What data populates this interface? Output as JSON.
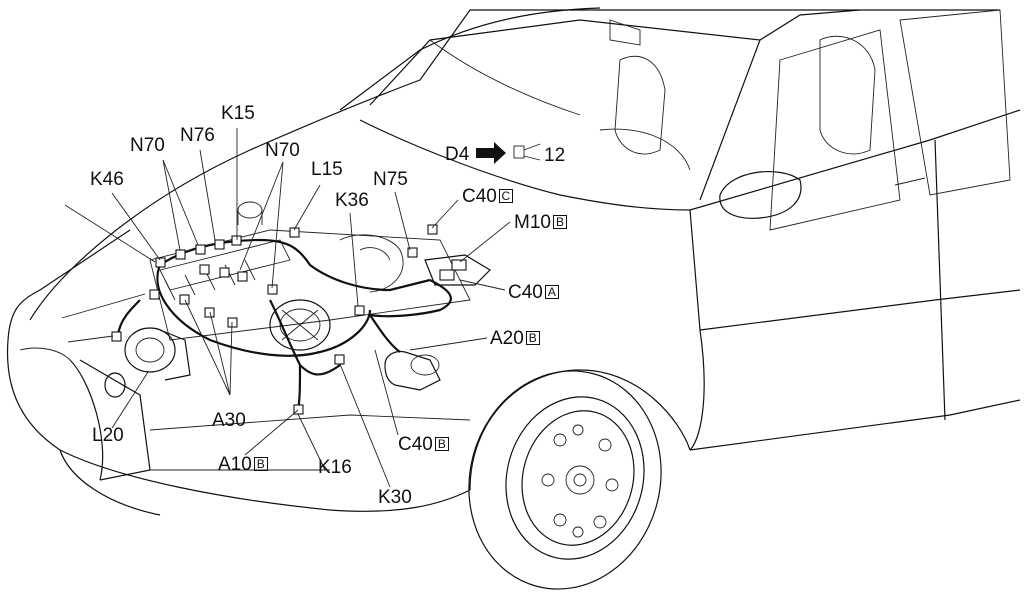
{
  "labels": {
    "k15": "K15",
    "n70_a": "N70",
    "n76": "N76",
    "n70_b": "N70",
    "k46": "K46",
    "l15": "L15",
    "n75": "N75",
    "k36": "K36",
    "d4": "D4",
    "ref_12": "12",
    "c40c": "C40",
    "c40c_box": "C",
    "m10b": "M10",
    "m10b_box": "B",
    "c40a": "C40",
    "c40a_box": "A",
    "a20b": "A20",
    "a20b_box": "B",
    "c40b": "C40",
    "c40b_box": "B",
    "a30": "A30",
    "l20": "L20",
    "a10b": "A10",
    "a10b_box": "B",
    "k16": "K16",
    "k30": "K30"
  }
}
